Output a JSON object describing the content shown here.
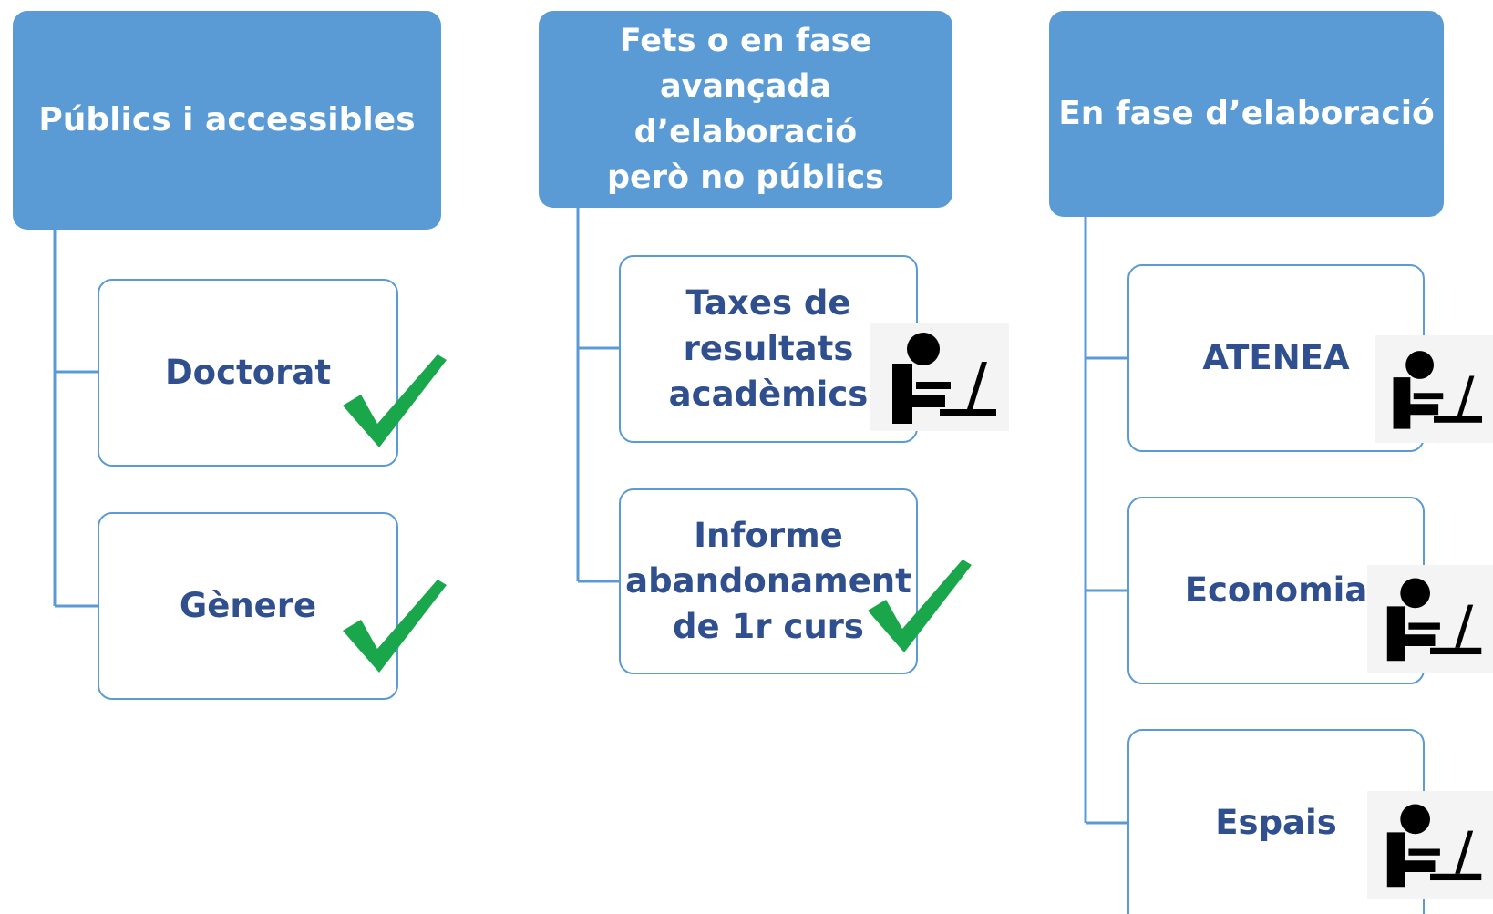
{
  "colors": {
    "header_fill": "#5b9bd5",
    "connector": "#5b9bd5",
    "child_text": "#2f4f8f",
    "check_green": "#1aa64a"
  },
  "columns": [
    {
      "title": "Públics i accessibles",
      "items": [
        {
          "label": "Doctorat",
          "icon": "checkmark-icon"
        },
        {
          "label": "Gènere",
          "icon": "checkmark-icon"
        }
      ]
    },
    {
      "title": "Fets o en fase\navançada d’elaboració\nperò no públics",
      "items": [
        {
          "label": "Taxes de\nresultats\nacadèmics",
          "icon": "person-laptop-icon"
        },
        {
          "label": "Informe\nabandonament\nde 1r curs",
          "icon": "checkmark-icon"
        }
      ]
    },
    {
      "title": "En fase d’elaboració",
      "items": [
        {
          "label": "ATENEA",
          "icon": "person-laptop-icon"
        },
        {
          "label": "Economia",
          "icon": "person-laptop-icon"
        },
        {
          "label": "Espais",
          "icon": "person-laptop-icon"
        }
      ]
    }
  ]
}
